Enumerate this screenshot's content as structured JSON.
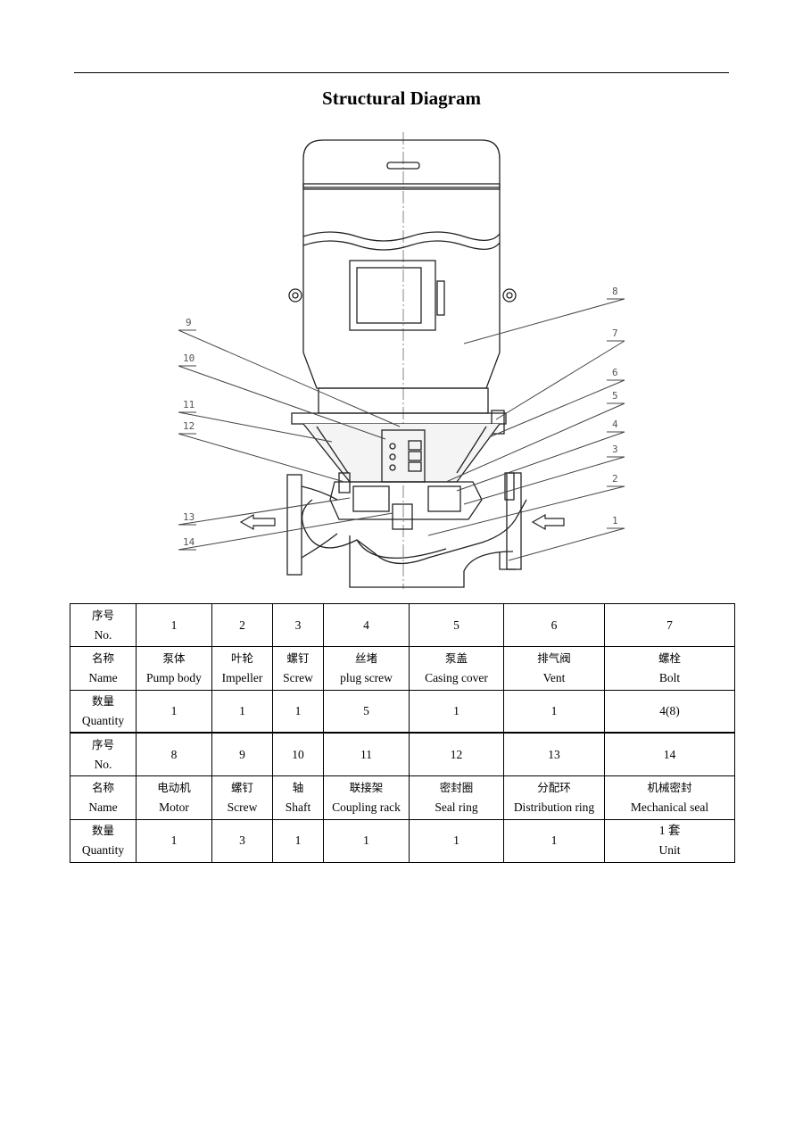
{
  "title": "Structural Diagram",
  "diagram": {
    "callouts": [
      "1",
      "2",
      "3",
      "4",
      "5",
      "6",
      "7",
      "8",
      "9",
      "10",
      "11",
      "12",
      "13",
      "14"
    ]
  },
  "table": {
    "header_labels": {
      "no": {
        "zh": "序号",
        "en": "No."
      },
      "name": {
        "zh": "名称",
        "en": "Name"
      },
      "qty": {
        "zh": "数量",
        "en": "Quantity"
      }
    },
    "groups": [
      {
        "parts": [
          {
            "no": "1",
            "zh": "泵体",
            "en": "Pump body",
            "qty": "1"
          },
          {
            "no": "2",
            "zh": "叶轮",
            "en": "Impeller",
            "qty": "1"
          },
          {
            "no": "3",
            "zh": "螺钉",
            "en": "Screw",
            "qty": "1"
          },
          {
            "no": "4",
            "zh": "丝堵",
            "en": "plug screw",
            "qty": "5"
          },
          {
            "no": "5",
            "zh": "泵盖",
            "en": "Casing cover",
            "qty": "1"
          },
          {
            "no": "6",
            "zh": "排气阀",
            "en": "Vent",
            "qty": "1"
          },
          {
            "no": "7",
            "zh": "螺栓",
            "en": "Bolt",
            "qty": "4(8)"
          }
        ]
      },
      {
        "parts": [
          {
            "no": "8",
            "zh": "电动机",
            "en": "Motor",
            "qty": "1"
          },
          {
            "no": "9",
            "zh": "螺钉",
            "en": "Screw",
            "qty": "3"
          },
          {
            "no": "10",
            "zh": "轴",
            "en": "Shaft",
            "qty": "1"
          },
          {
            "no": "11",
            "zh": "联接架",
            "en": "Coupling rack",
            "qty": "1"
          },
          {
            "no": "12",
            "zh": "密封圈",
            "en": "Seal ring",
            "qty": "1"
          },
          {
            "no": "13",
            "zh": "分配环",
            "en": "Distribution ring",
            "qty": "1"
          },
          {
            "no": "14",
            "zh": "机械密封",
            "en": "Mechanical seal",
            "qty": "1 套",
            "qty_unit": "Unit"
          }
        ]
      }
    ]
  }
}
